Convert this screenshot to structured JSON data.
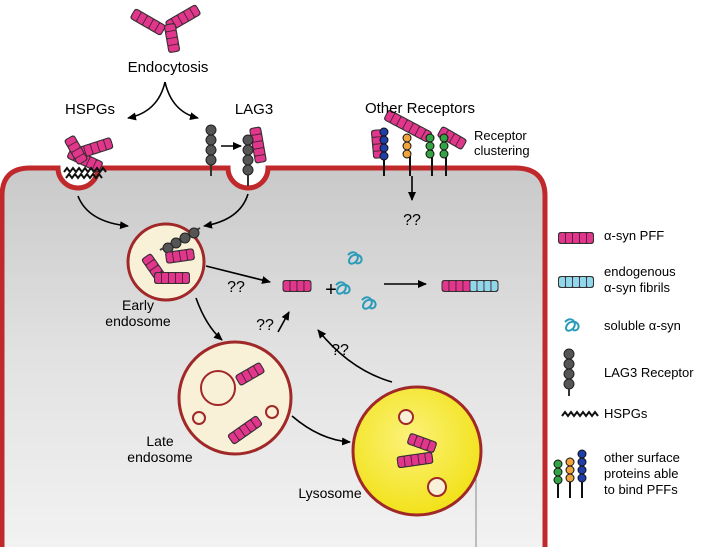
{
  "labels": {
    "endocytosis": "Endocytosis",
    "hspgs": "HSPGs",
    "lag3": "LAG3",
    "other_receptors": "Other Receptors",
    "receptor_clustering_1": "Receptor",
    "receptor_clustering_2": "clustering",
    "unknown_1": "??",
    "unknown_2": "??",
    "unknown_3": "??",
    "unknown_4": "??",
    "early_endosome_1": "Early",
    "early_endosome_2": "endosome",
    "late_endosome_1": "Late",
    "late_endosome_2": "endosome",
    "lysosome": "Lysosome",
    "plus": "+"
  },
  "legend": {
    "pff": "α-syn PFF",
    "endogenous_1": "endogenous",
    "endogenous_2": "α-syn fibrils",
    "soluble": "soluble α-syn",
    "lag3_receptor": "LAG3 Receptor",
    "hspgs": "HSPGs",
    "other_1": "other surface",
    "other_2": "proteins able",
    "other_3": "to bind PFFs"
  },
  "colors": {
    "membrane": "#c0282b",
    "cytoplasm": "#d8d8d8",
    "pff": "#e0368c",
    "endogenous": "#8fd8ec",
    "soluble": "#2a9bb8",
    "lag3": "#555555",
    "endosome": "#f8f1d8",
    "lysosome": "#f6ea25",
    "receptor_blue": "#1f3fa8",
    "receptor_green": "#34a345",
    "receptor_orange": "#f0a23c"
  }
}
